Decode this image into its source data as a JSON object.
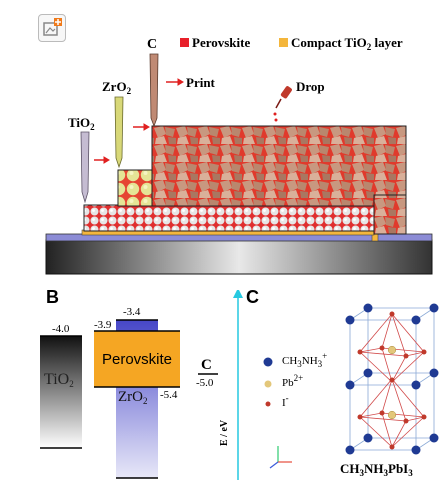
{
  "panel_a": {
    "legend": {
      "perovskite": {
        "label": "Perovskite",
        "color": "#e8202a"
      },
      "compact": {
        "label": "Compact TiO",
        "sub": "2",
        "tail": " layer",
        "color": "#f4b63c"
      }
    },
    "probes": {
      "c": {
        "label": "C"
      },
      "zro2": {
        "label": "ZrO",
        "sub": "2"
      },
      "tio2": {
        "label": "TiO",
        "sub": "2"
      }
    },
    "print_label": "Print",
    "drop_label": "Drop",
    "colors": {
      "substrate": "#8c8cd6",
      "glass_dark": "#2a2a2a",
      "perovskite_red": "#e8202a",
      "carbon": "#c79a80",
      "zro2": "#d8d878",
      "tio2": "#c9c9c9"
    }
  },
  "panel_b": {
    "letter": "B",
    "tio2": {
      "label": "TiO",
      "sub": "2",
      "level": "-4.0"
    },
    "perovskite": {
      "label": "Perovskite",
      "top": "-3.4",
      "cb": "-3.9",
      "vb": "-5.4",
      "color": "#f5a623"
    },
    "zro2": {
      "label": "ZrO",
      "sub": "2"
    },
    "carbon": {
      "label": "C",
      "level": "-5.0"
    },
    "axis_label": "E / eV"
  },
  "panel_c": {
    "letter": "C",
    "legend": [
      {
        "label": "CH",
        "sub": "3",
        "mid": "NH",
        "sub2": "3",
        "sup": "+",
        "color": "#1f3a93"
      },
      {
        "label": "Pb",
        "sup": "2+",
        "color": "#e3c77a"
      },
      {
        "label": "I",
        "sup": "-",
        "color": "#c0392b"
      }
    ],
    "formula": {
      "a": "CH",
      "s1": "3",
      "b": "NH",
      "s2": "3",
      "c": "PbI",
      "s3": "3"
    }
  }
}
